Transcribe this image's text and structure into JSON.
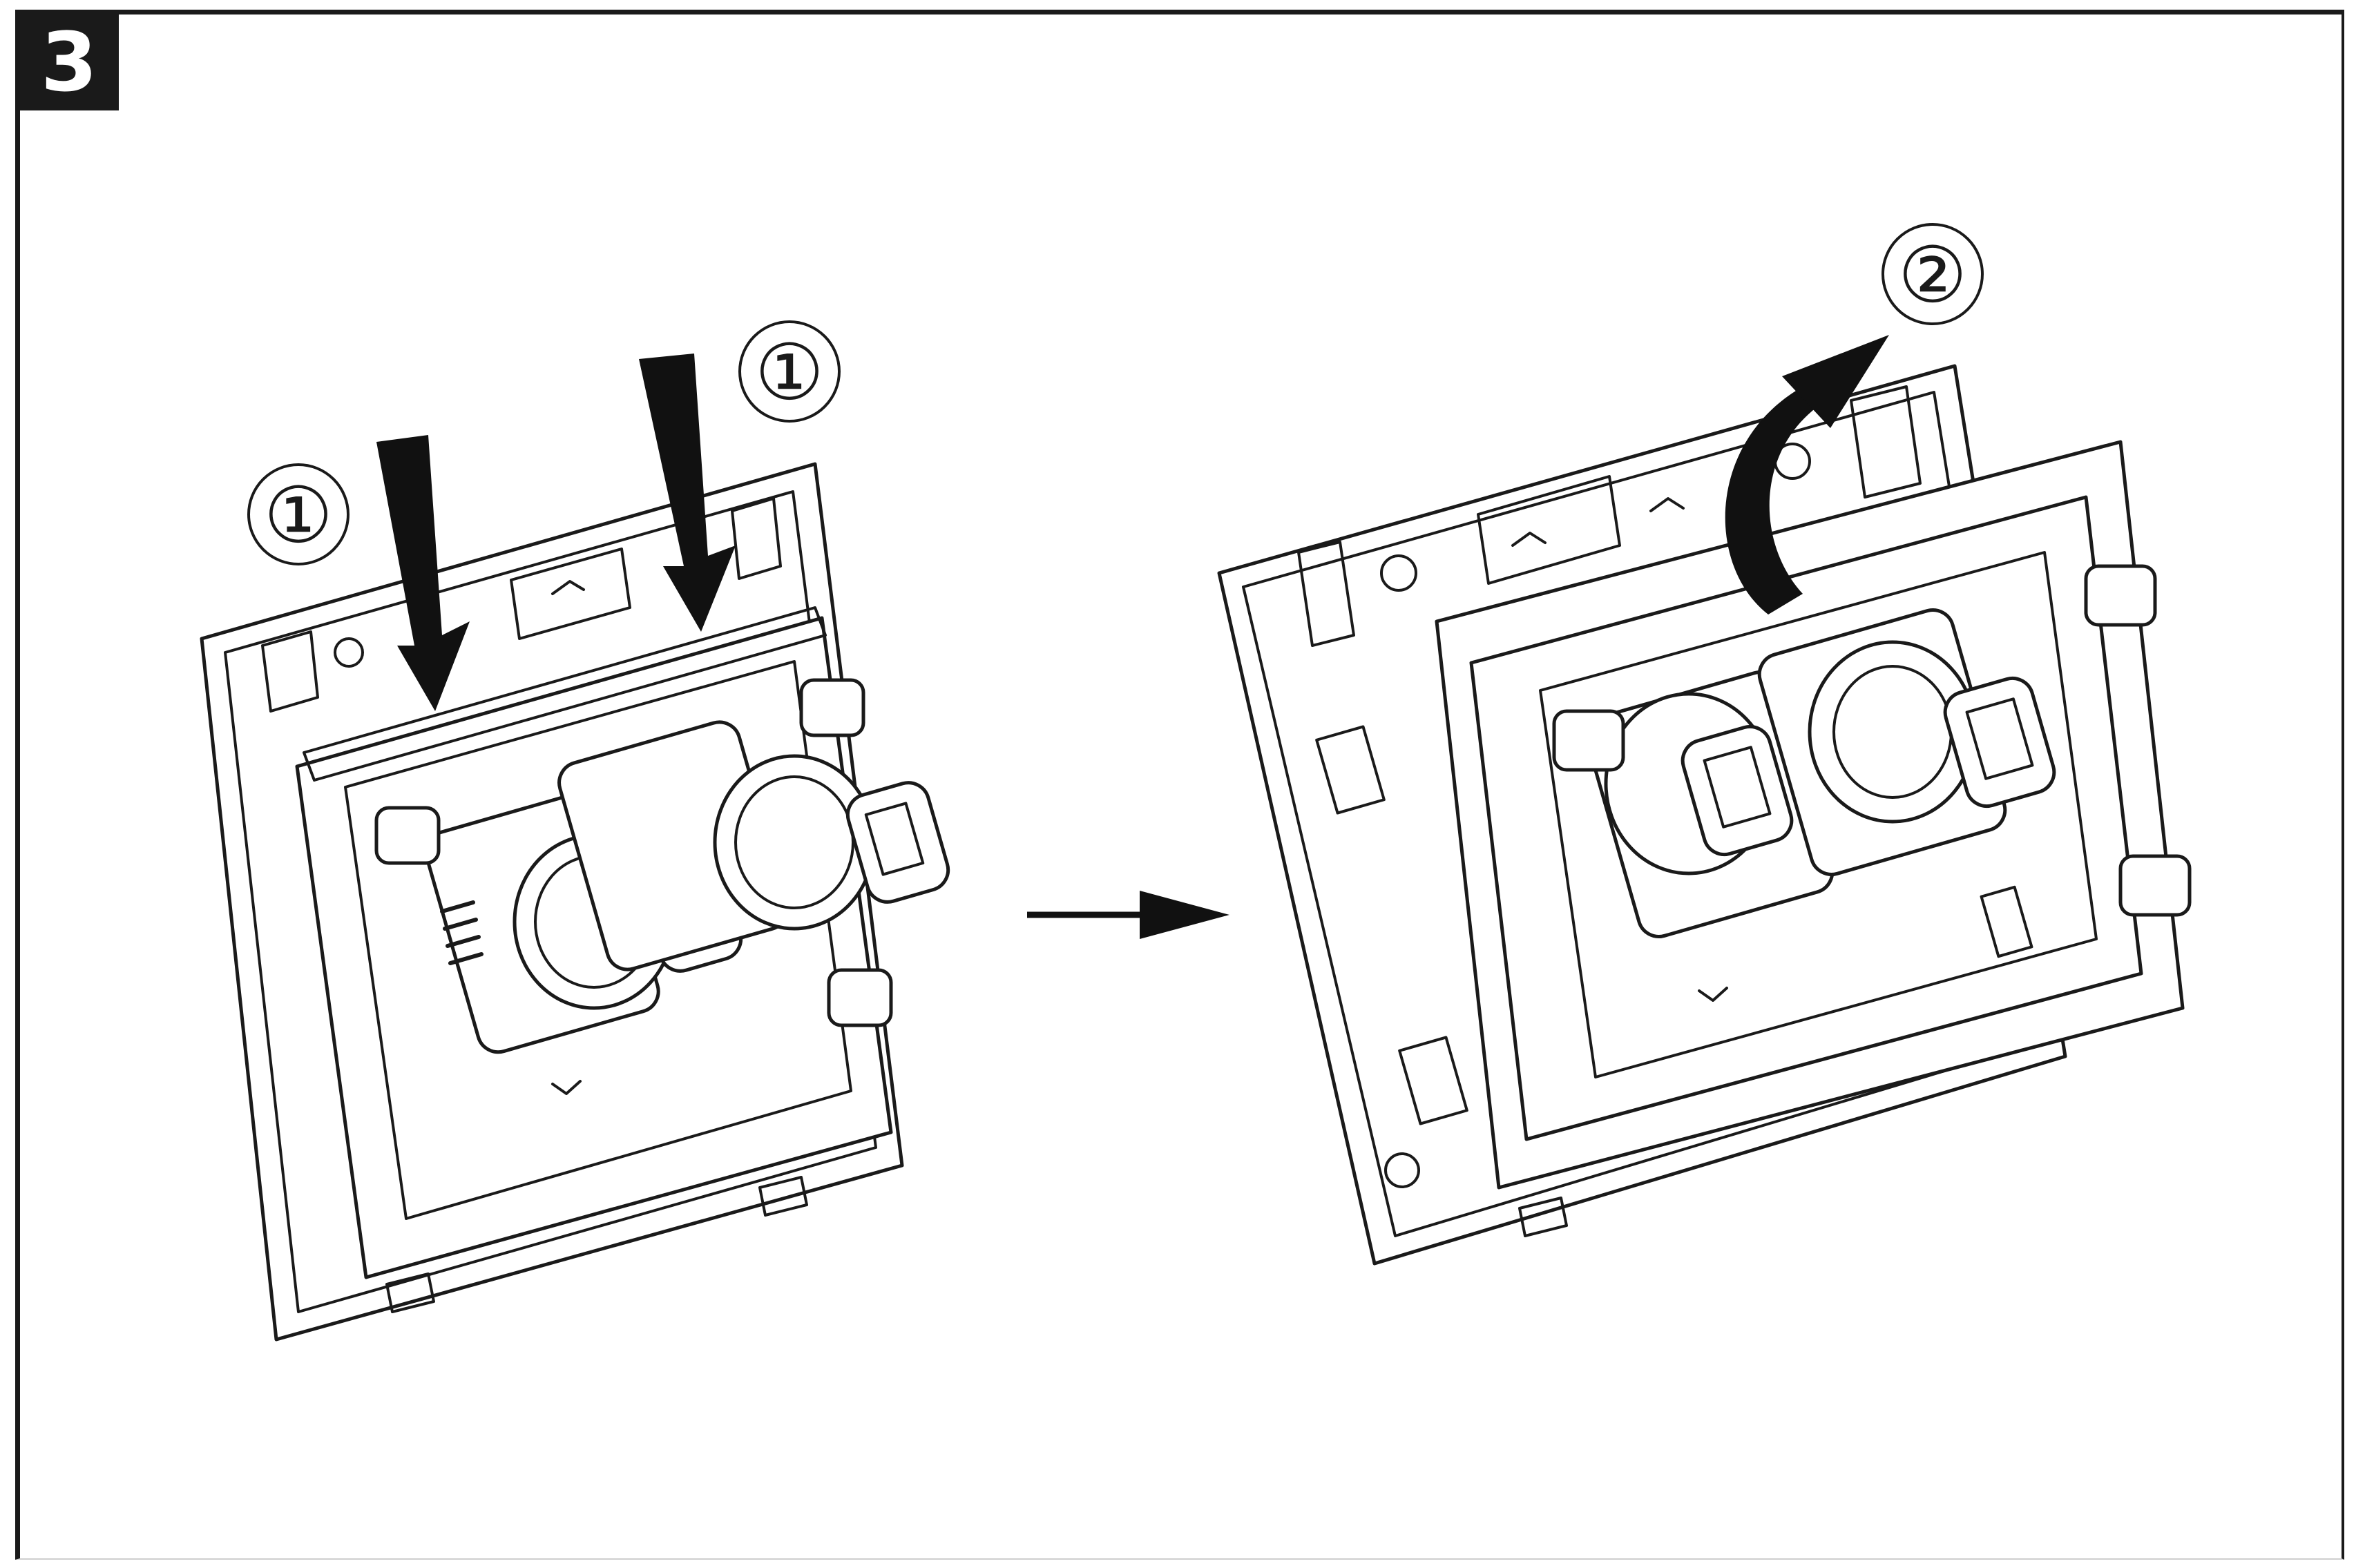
{
  "step": {
    "number": "3"
  },
  "callouts": {
    "press_left": "①",
    "press_right": "①",
    "rotate": "②"
  },
  "icons": [
    "down-arrow-icon",
    "down-arrow-icon",
    "right-arrow-icon",
    "curved-arrow-icon"
  ],
  "colors": {
    "ink": "#1a1a1a",
    "paper": "#ffffff"
  }
}
